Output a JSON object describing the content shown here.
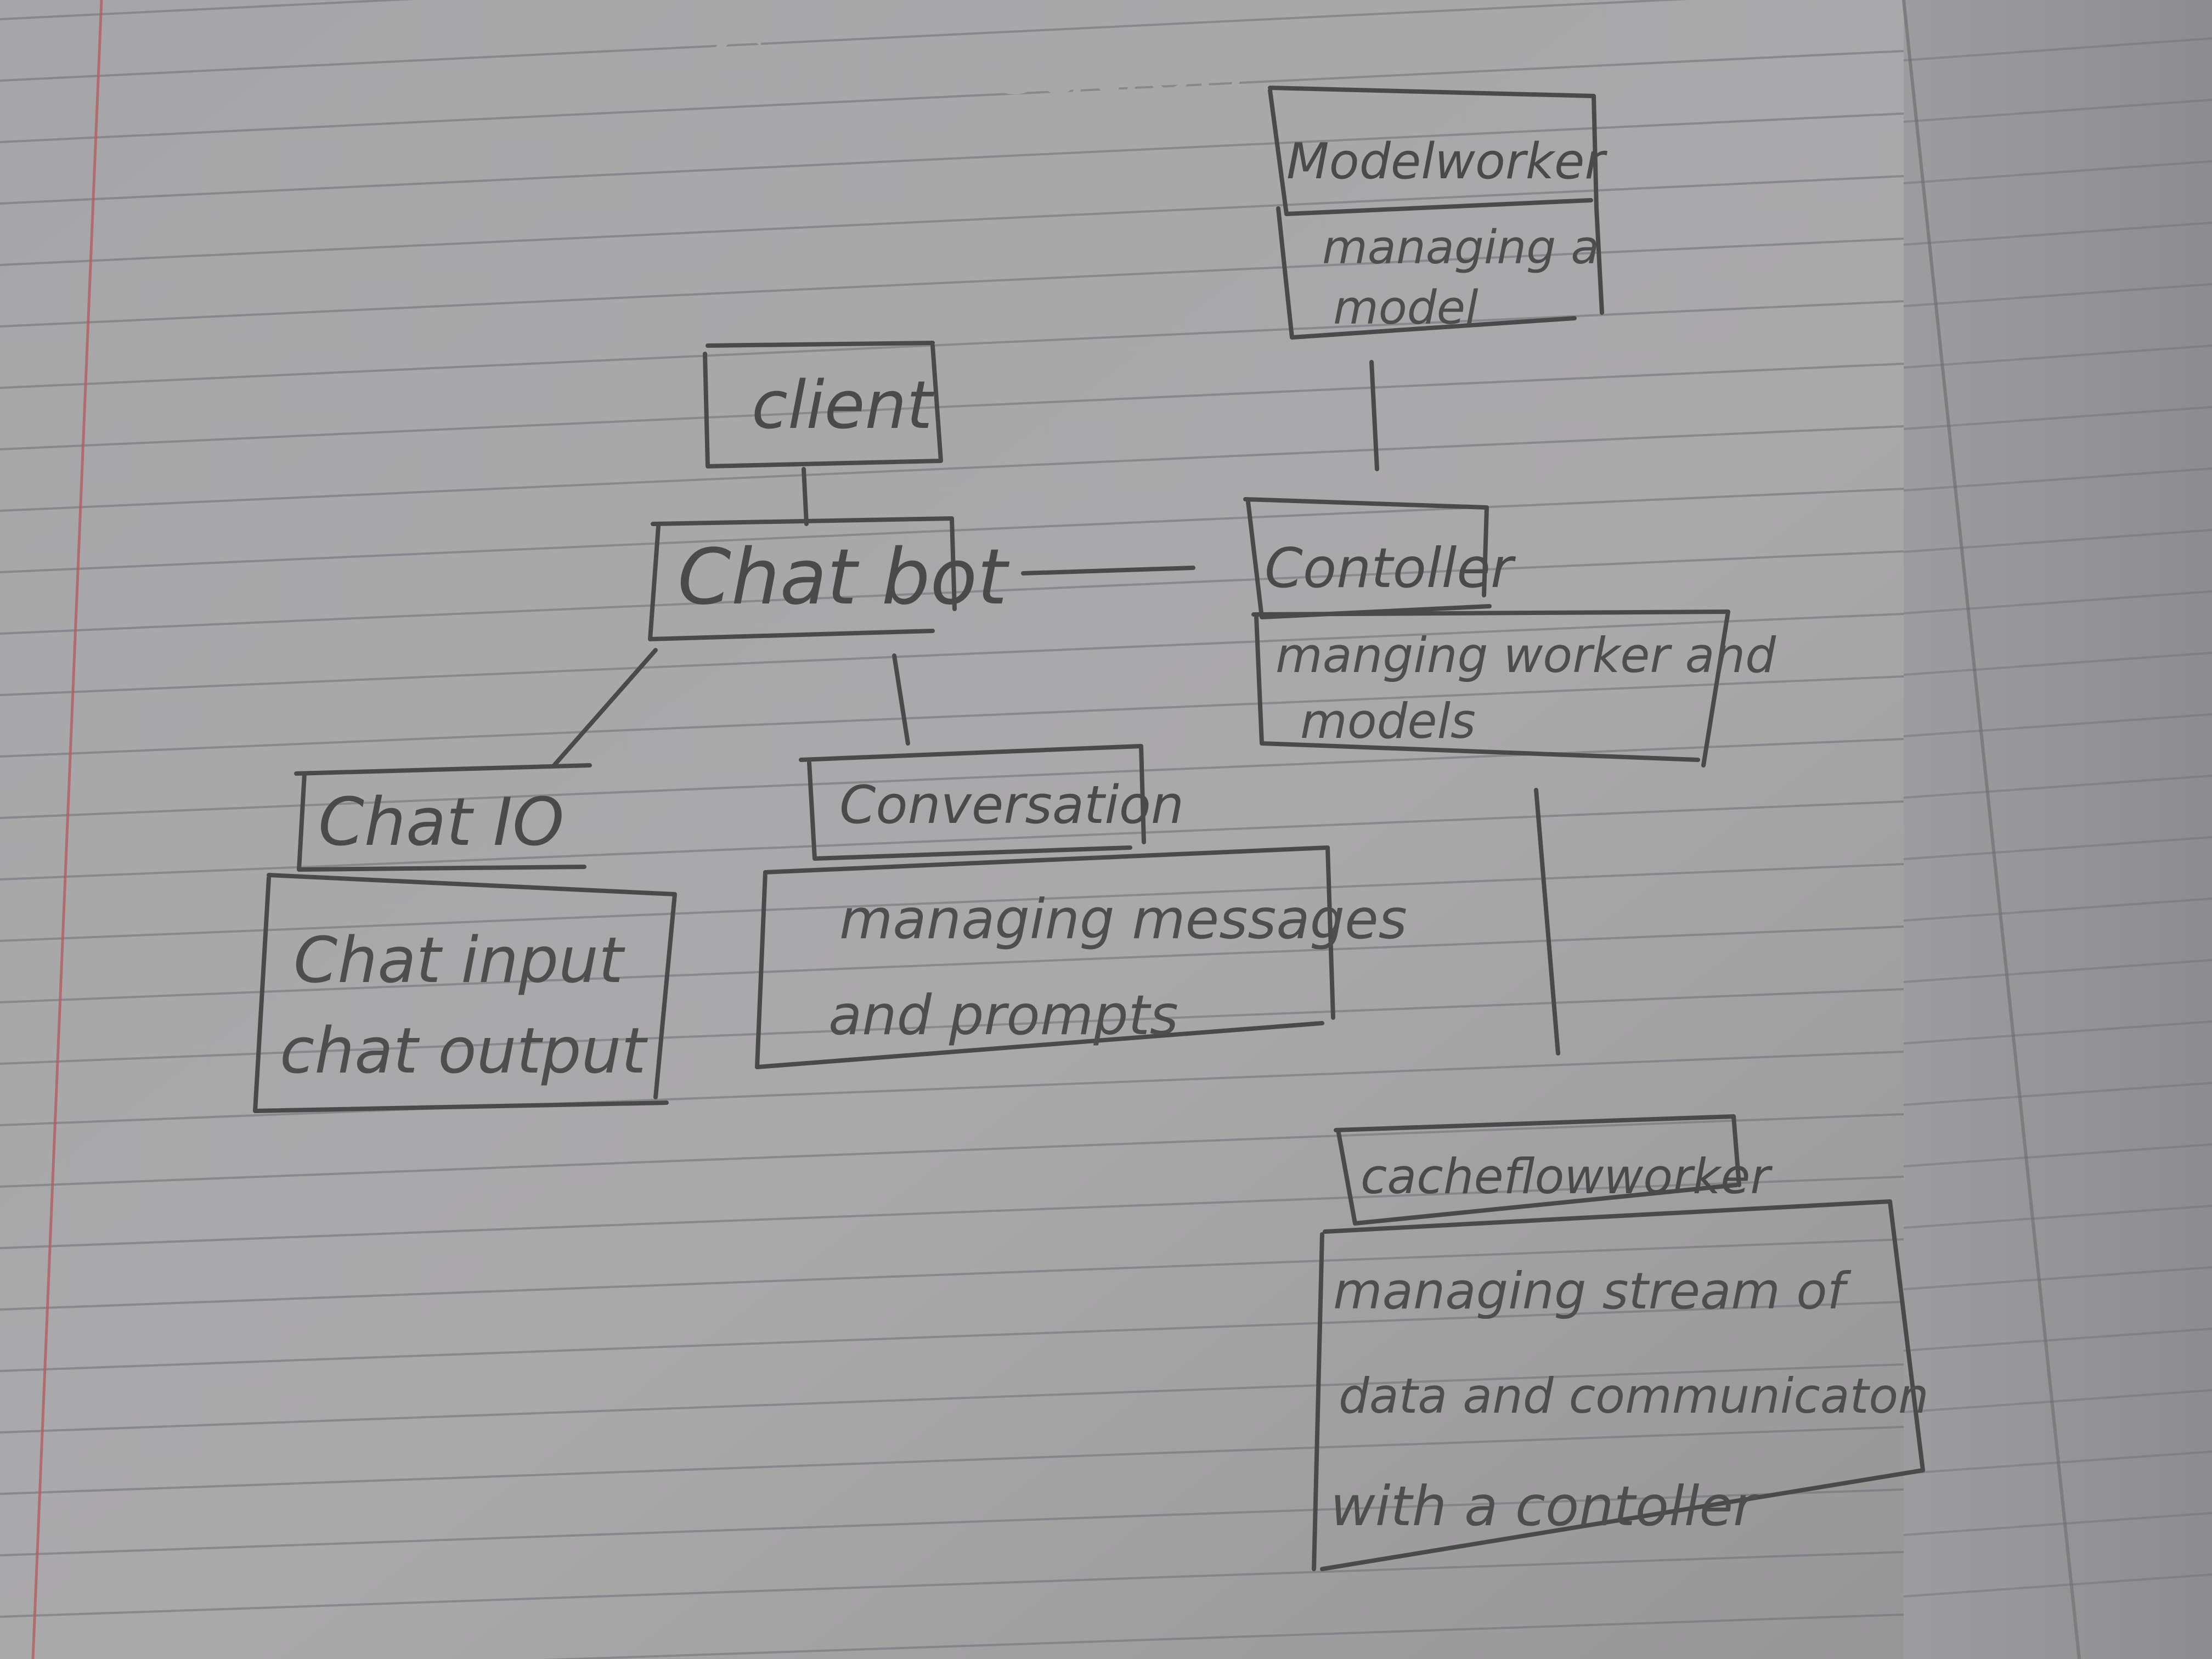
{
  "faint_heading": "Conversation",
  "nodes": {
    "client": {
      "title": "client"
    },
    "chatbot": {
      "title": "Chat bot"
    },
    "chatio": {
      "title": "Chat IO",
      "lines": [
        "Chat input",
        "chat output"
      ]
    },
    "conversation": {
      "title": "Conversation",
      "lines": [
        "managing messages",
        "and prompts"
      ]
    },
    "modelworker": {
      "title": "Modelworker",
      "lines": [
        "managing a",
        "model"
      ]
    },
    "controller": {
      "title": "Contoller",
      "lines": [
        "manging worker and",
        "models"
      ]
    },
    "cacheflow": {
      "title": "cacheflowworker",
      "lines": [
        "managing stream of",
        "data and communicaton",
        "with a contoller"
      ]
    }
  },
  "colors": {
    "paper": "#a9a8a9",
    "rule_line": "#6f6e7a",
    "margin_line": "#b55d62",
    "ink": "#4b4a4b"
  }
}
